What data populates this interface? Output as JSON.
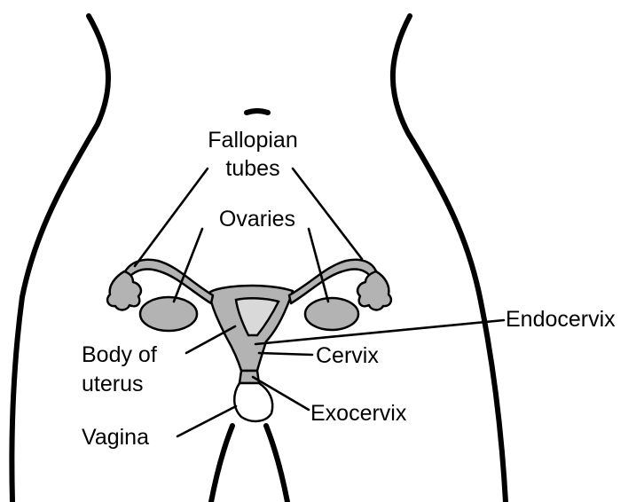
{
  "labels": {
    "fallopian_line1": "Fallopian",
    "fallopian_line2": "tubes",
    "ovaries": "Ovaries",
    "endocervix": "Endocervix",
    "body_line1": "Body of",
    "body_line2": "uterus",
    "cervix": "Cervix",
    "exocervix": "Exocervix",
    "vagina": "Vagina"
  },
  "colors": {
    "outline": "#000000",
    "organ_fill": "#b3b3b3",
    "background": "#ffffff"
  }
}
